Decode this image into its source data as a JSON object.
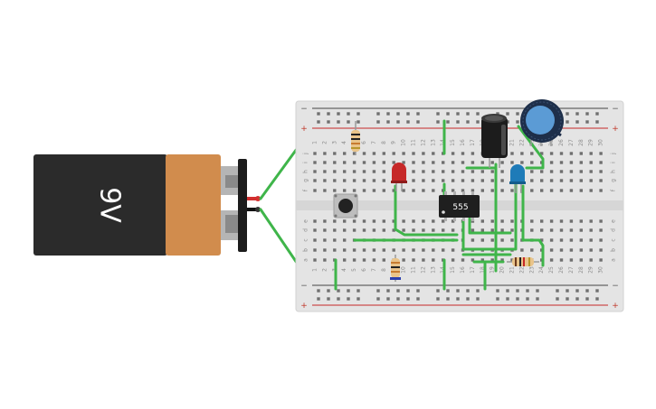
{
  "battery": {
    "label": "9V"
  },
  "ic": {
    "label": "555"
  },
  "breadboard": {
    "rail_minus": "−",
    "rail_plus": "+",
    "columns": [
      "1",
      "2",
      "3",
      "4",
      "5",
      "6",
      "7",
      "8",
      "9",
      "10",
      "11",
      "12",
      "13",
      "14",
      "15",
      "16",
      "17",
      "18",
      "19",
      "20",
      "21",
      "22",
      "23",
      "24",
      "25",
      "26",
      "27",
      "28",
      "29",
      "30"
    ],
    "rows_top": [
      "j",
      "i",
      "h",
      "g",
      "f"
    ],
    "rows_bottom": [
      "e",
      "d",
      "c",
      "b",
      "a"
    ]
  },
  "colors": {
    "wire": "#3fb54a",
    "board": "#e4e4e4",
    "led_red": "#c62828",
    "led_blue": "#1e7bb8",
    "pot_blue": "#5b9bd5",
    "battery_body": "#2b2b2b",
    "battery_cap": "#d18c4d"
  },
  "components": {
    "pushbutton": "pushbutton",
    "capacitor": "electrolytic-capacitor",
    "potentiometer": "potentiometer",
    "resistors": 3,
    "leds": 2
  }
}
